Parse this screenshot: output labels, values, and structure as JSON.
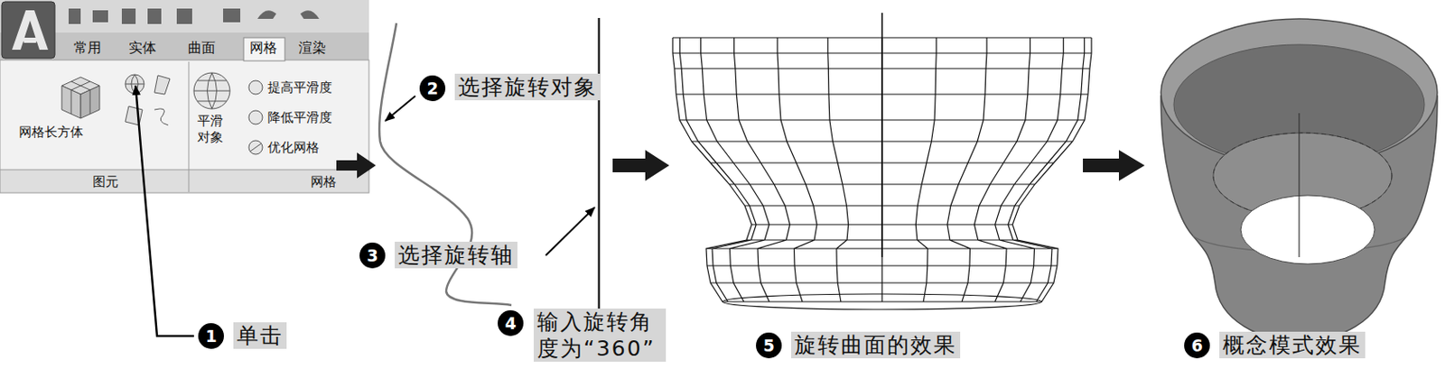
{
  "diagram": {
    "labels": [
      "常用",
      "实体",
      "曲面",
      "网格",
      "渲染",
      "网格长方体",
      "平滑 对象",
      "提高平滑度",
      "降低平滑度",
      "优化网格",
      "图元",
      "网格",
      "2",
      "选择旋转对象",
      "1",
      "单击",
      "3",
      "选择旋转轴",
      "4",
      "输入旋转角度为“360”",
      "5",
      "旋转曲面的效果",
      "6",
      "概念模式效果"
    ]
  }
}
